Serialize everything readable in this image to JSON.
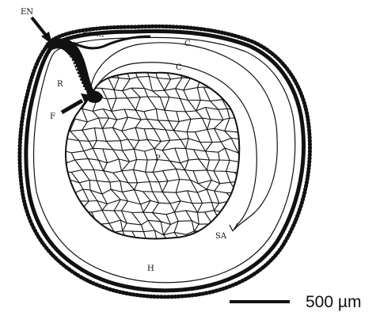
{
  "labels": {
    "en": "EN",
    "pe": "PE",
    "c_outer": "C",
    "c_inner": "C",
    "r": "R",
    "f": "F",
    "p": "P",
    "sa": "SA",
    "h": "H"
  },
  "scale_bar": {
    "text": "500 µm"
  },
  "colors": {
    "ink": "#111111",
    "background": "#ffffff"
  }
}
